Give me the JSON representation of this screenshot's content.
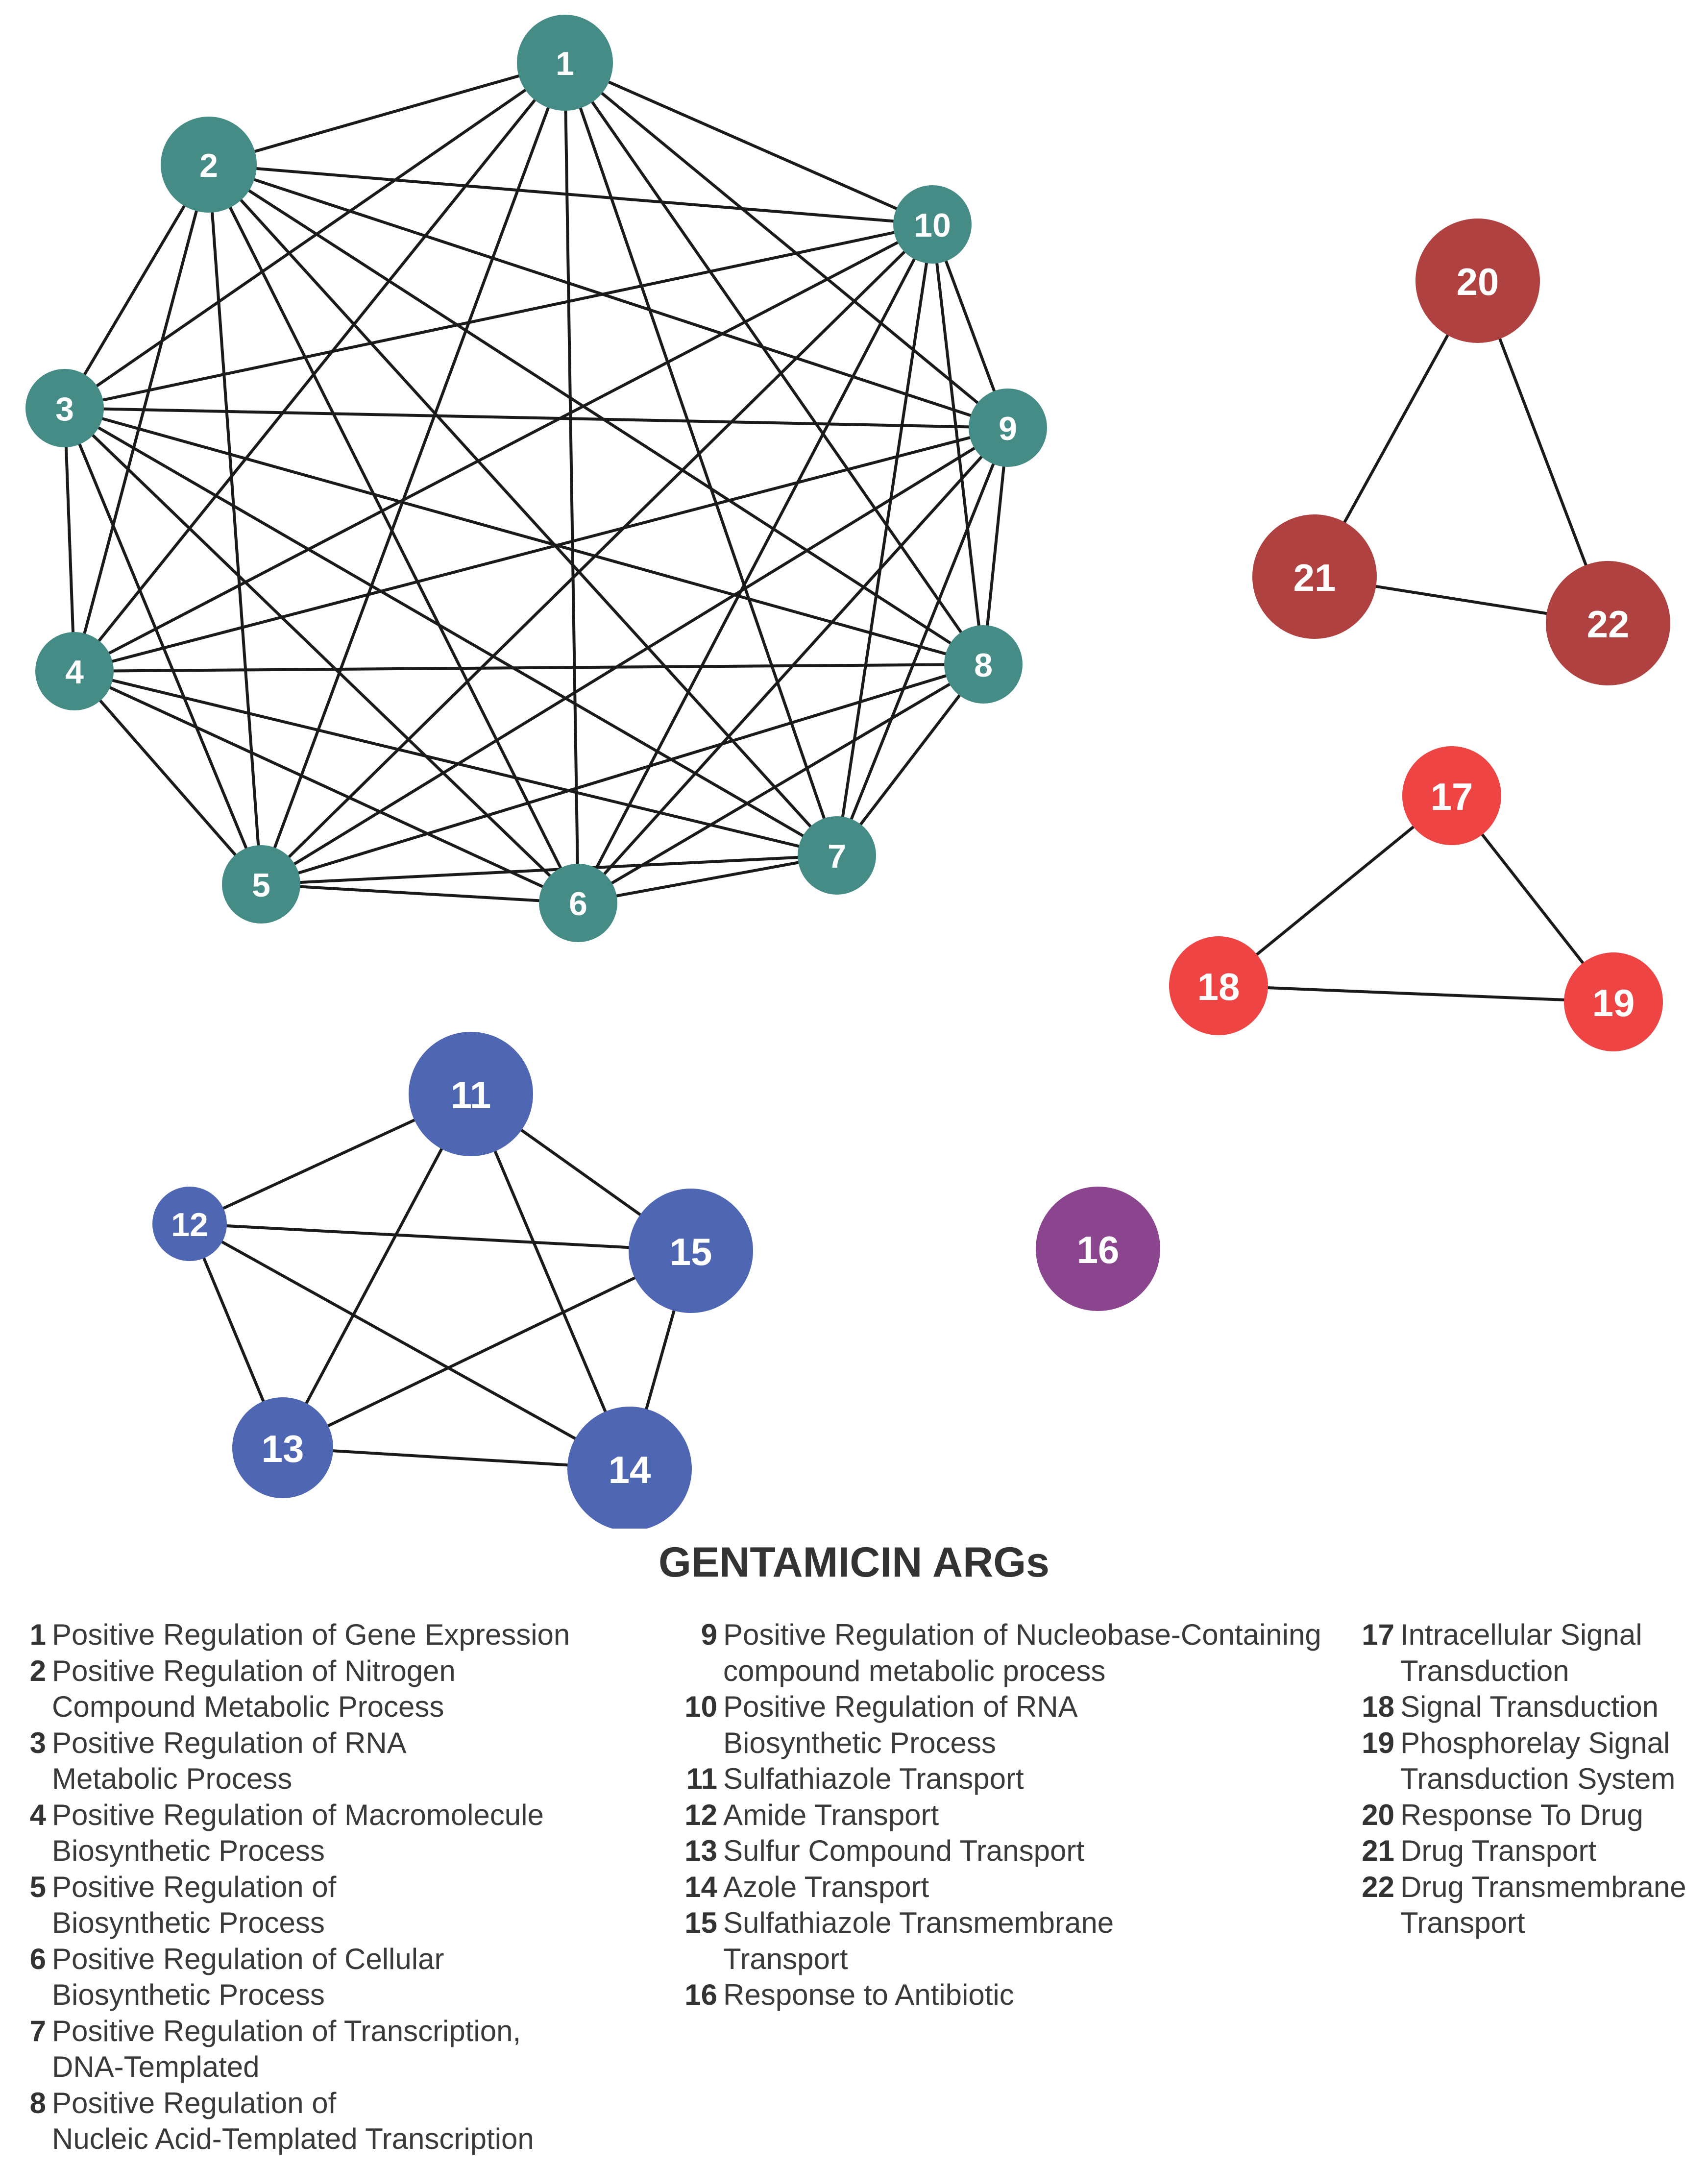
{
  "title": "GENTAMICIN ARGs",
  "colors": {
    "teal": "#468C86",
    "dark_red": "#B04141",
    "red": "#EE4444",
    "blue": "#4F66B3",
    "purple": "#8A458E",
    "edge": "#1a1a1a"
  },
  "nodes": [
    {
      "id": "1",
      "label": "1",
      "cluster": "teal"
    },
    {
      "id": "2",
      "label": "2",
      "cluster": "teal"
    },
    {
      "id": "3",
      "label": "3",
      "cluster": "teal"
    },
    {
      "id": "4",
      "label": "4",
      "cluster": "teal"
    },
    {
      "id": "5",
      "label": "5",
      "cluster": "teal"
    },
    {
      "id": "6",
      "label": "6",
      "cluster": "teal"
    },
    {
      "id": "7",
      "label": "7",
      "cluster": "teal"
    },
    {
      "id": "8",
      "label": "8",
      "cluster": "teal"
    },
    {
      "id": "9",
      "label": "9",
      "cluster": "teal"
    },
    {
      "id": "10",
      "label": "10",
      "cluster": "teal"
    },
    {
      "id": "11",
      "label": "11",
      "cluster": "blue"
    },
    {
      "id": "12",
      "label": "12",
      "cluster": "blue"
    },
    {
      "id": "13",
      "label": "13",
      "cluster": "blue"
    },
    {
      "id": "14",
      "label": "14",
      "cluster": "blue"
    },
    {
      "id": "15",
      "label": "15",
      "cluster": "blue"
    },
    {
      "id": "16",
      "label": "16",
      "cluster": "purple"
    },
    {
      "id": "17",
      "label": "17",
      "cluster": "red"
    },
    {
      "id": "18",
      "label": "18",
      "cluster": "red"
    },
    {
      "id": "19",
      "label": "19",
      "cluster": "red"
    },
    {
      "id": "20",
      "label": "20",
      "cluster": "dark_red"
    },
    {
      "id": "21",
      "label": "21",
      "cluster": "dark_red"
    },
    {
      "id": "22",
      "label": "22",
      "cluster": "dark_red"
    }
  ],
  "edges": [
    [
      "1",
      "2"
    ],
    [
      "1",
      "3"
    ],
    [
      "1",
      "4"
    ],
    [
      "1",
      "5"
    ],
    [
      "1",
      "6"
    ],
    [
      "1",
      "7"
    ],
    [
      "1",
      "8"
    ],
    [
      "1",
      "9"
    ],
    [
      "1",
      "10"
    ],
    [
      "2",
      "3"
    ],
    [
      "2",
      "4"
    ],
    [
      "2",
      "5"
    ],
    [
      "2",
      "6"
    ],
    [
      "2",
      "7"
    ],
    [
      "2",
      "8"
    ],
    [
      "2",
      "9"
    ],
    [
      "2",
      "10"
    ],
    [
      "3",
      "4"
    ],
    [
      "3",
      "5"
    ],
    [
      "3",
      "6"
    ],
    [
      "3",
      "7"
    ],
    [
      "3",
      "8"
    ],
    [
      "3",
      "9"
    ],
    [
      "3",
      "10"
    ],
    [
      "4",
      "5"
    ],
    [
      "4",
      "6"
    ],
    [
      "4",
      "7"
    ],
    [
      "4",
      "8"
    ],
    [
      "4",
      "9"
    ],
    [
      "4",
      "10"
    ],
    [
      "5",
      "6"
    ],
    [
      "5",
      "7"
    ],
    [
      "5",
      "8"
    ],
    [
      "5",
      "9"
    ],
    [
      "5",
      "10"
    ],
    [
      "6",
      "7"
    ],
    [
      "6",
      "8"
    ],
    [
      "6",
      "9"
    ],
    [
      "6",
      "10"
    ],
    [
      "7",
      "8"
    ],
    [
      "7",
      "9"
    ],
    [
      "7",
      "10"
    ],
    [
      "8",
      "9"
    ],
    [
      "8",
      "10"
    ],
    [
      "9",
      "10"
    ],
    [
      "11",
      "12"
    ],
    [
      "11",
      "13"
    ],
    [
      "11",
      "14"
    ],
    [
      "11",
      "15"
    ],
    [
      "12",
      "13"
    ],
    [
      "12",
      "14"
    ],
    [
      "12",
      "15"
    ],
    [
      "13",
      "14"
    ],
    [
      "13",
      "15"
    ],
    [
      "14",
      "15"
    ],
    [
      "17",
      "18"
    ],
    [
      "17",
      "19"
    ],
    [
      "18",
      "19"
    ],
    [
      "20",
      "21"
    ],
    [
      "20",
      "22"
    ],
    [
      "21",
      "22"
    ]
  ],
  "legend": {
    "columns": [
      [
        {
          "num": "1",
          "text": "Positive Regulation of Gene Expression"
        },
        {
          "num": "2",
          "text": "Positive Regulation of Nitrogen\nCompound Metabolic Process"
        },
        {
          "num": "3",
          "text": "Positive Regulation of RNA\nMetabolic Process"
        },
        {
          "num": "4",
          "text": "Positive Regulation of Macromolecule\nBiosynthetic Process"
        },
        {
          "num": "5",
          "text": "Positive Regulation of\nBiosynthetic Process"
        },
        {
          "num": "6",
          "text": "Positive Regulation of Cellular\nBiosynthetic Process"
        },
        {
          "num": "7",
          "text": "Positive Regulation of Transcription,\nDNA-Templated"
        },
        {
          "num": "8",
          "text": "Positive Regulation of\nNucleic Acid-Templated Transcription"
        }
      ],
      [
        {
          "num": "9",
          "text": "Positive Regulation of Nucleobase-Containing\ncompound metabolic process"
        },
        {
          "num": "10",
          "text": "Positive Regulation of RNA\nBiosynthetic Process"
        },
        {
          "num": "11",
          "text": "Sulfathiazole Transport"
        },
        {
          "num": "12",
          "text": "Amide Transport"
        },
        {
          "num": "13",
          "text": "Sulfur Compound Transport"
        },
        {
          "num": "14",
          "text": "Azole Transport"
        },
        {
          "num": "15",
          "text": "Sulfathiazole Transmembrane\nTransport"
        },
        {
          "num": "16",
          "text": "Response to Antibiotic"
        }
      ],
      [
        {
          "num": "17",
          "text": "Intracellular Signal\nTransduction"
        },
        {
          "num": "18",
          "text": "Signal Transduction"
        },
        {
          "num": "19",
          "text": "Phosphorelay Signal\nTransduction System"
        },
        {
          "num": "20",
          "text": "Response To Drug"
        },
        {
          "num": "21",
          "text": "Drug Transport"
        },
        {
          "num": "22",
          "text": "Drug Transmembrane\nTransport"
        }
      ]
    ]
  }
}
